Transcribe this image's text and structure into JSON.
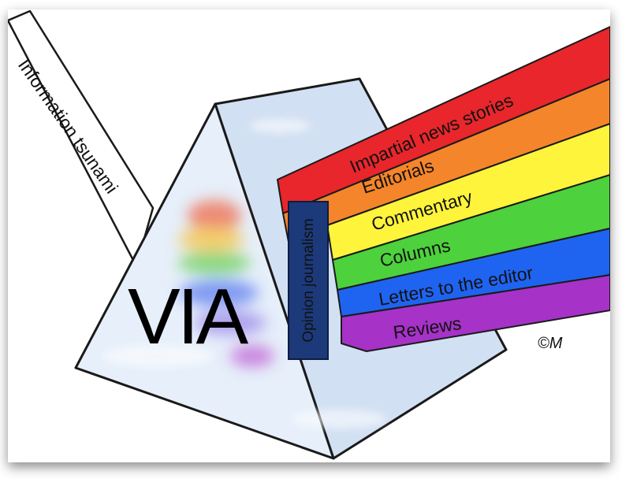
{
  "diagram": {
    "input_beam_label": "Information tsunami",
    "prism_label": "VIA",
    "group_label": "Opinion journalism",
    "signature": "©M",
    "bands": [
      {
        "label": "Impartial news stories",
        "color": "#e8262b"
      },
      {
        "label": "Editorials",
        "color": "#f5852a"
      },
      {
        "label": "Commentary",
        "color": "#fdf43b"
      },
      {
        "label": "Columns",
        "color": "#4dd13c"
      },
      {
        "label": "Letters to the editor",
        "color": "#1f64f0"
      },
      {
        "label": "Reviews",
        "color": "#a632c8"
      }
    ],
    "colors": {
      "outline": "#1a1a1a",
      "prism_light": "#e6effa",
      "prism_shade": "#d2e0f3",
      "group_box": "#1c3a7a",
      "group_text": "#ffffff"
    }
  }
}
